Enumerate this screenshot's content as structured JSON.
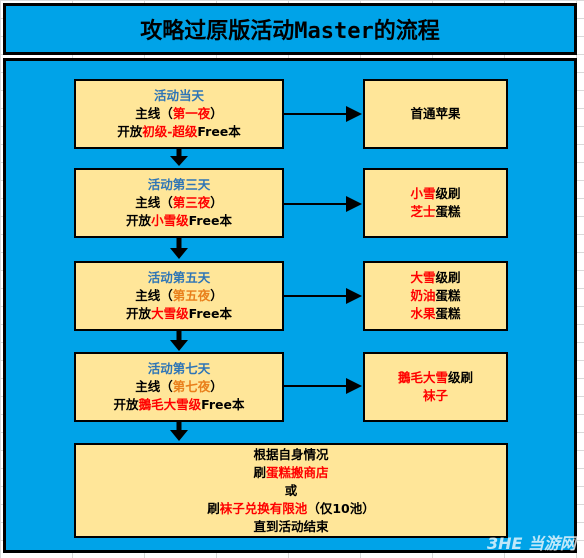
{
  "title": "攻略过原版活动Master的流程",
  "steps": [
    {
      "day": "活动当天",
      "l2a": "主线（",
      "l2b": "第一夜",
      "l2c": "）",
      "l3a": "开放",
      "l3b": "初级-超级",
      "l3c": "Free本"
    },
    {
      "day": "活动第三天",
      "l2a": "主线（",
      "l2b": "第三夜",
      "l2c": "）",
      "l3a": "开放",
      "l3b": "小雪级",
      "l3c": "Free本"
    },
    {
      "day": "活动第五天",
      "l2a": "主线（",
      "l2b": "第五夜",
      "l2c": "）",
      "l3a": "开放",
      "l3b": "大雪级",
      "l3c": "Free本"
    },
    {
      "day": "活动第七天",
      "l2a": "主线（",
      "l2b": "第七夜",
      "l2c": "）",
      "l3a": "开放",
      "l3b": "鵝毛大雪级",
      "l3c": "Free本"
    }
  ],
  "results": [
    {
      "lines": [
        {
          "a": "首通苹果",
          "b": "",
          "c": ""
        }
      ]
    },
    {
      "lines": [
        {
          "a": "",
          "b": "小雪",
          "c": "级刷"
        },
        {
          "a": "",
          "b": "芝士",
          "c": "蛋糕"
        }
      ]
    },
    {
      "lines": [
        {
          "a": "",
          "b": "大雪",
          "c": "级刷"
        },
        {
          "a": "",
          "b": "奶油",
          "c": "蛋糕"
        },
        {
          "a": "",
          "b": "水果",
          "c": "蛋糕"
        }
      ]
    },
    {
      "lines": [
        {
          "a": "",
          "b": "鵝毛大雪",
          "c": "级刷"
        },
        {
          "a": "",
          "b": "袜子",
          "c": ""
        }
      ]
    }
  ],
  "final": {
    "l1": "根据自身情况",
    "l2a": "刷",
    "l2b": "蛋糕搬商店",
    "l3": "或",
    "l4a": "刷",
    "l4b": "袜子兑换有限池",
    "l4c": "（仅10池）",
    "l5": "直到活动结束"
  },
  "watermark": "3HE 当游网"
}
